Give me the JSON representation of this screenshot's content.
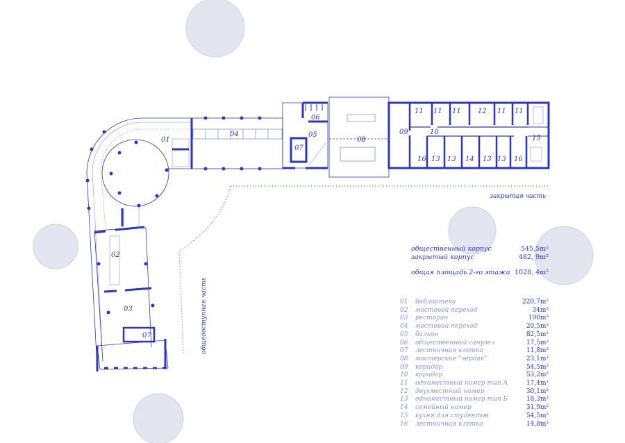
{
  "colors": {
    "accent": "#2b35c8",
    "light": "#8a90dc",
    "tree": "#dfe1ef"
  },
  "plan": {
    "rooms": {
      "r01": "01",
      "r02": "02",
      "r03": "03",
      "r04": "04",
      "r05": "05",
      "r06": "06",
      "r07a": "07",
      "r07b": "07",
      "r08": "08",
      "r09": "09",
      "r10": "10",
      "r11a": "11",
      "r11b": "11",
      "r11c": "11",
      "r11d": "11",
      "r11e": "11",
      "r12": "12",
      "r13a": "13",
      "r13b": "13",
      "r13c": "13",
      "r13d": "13",
      "r14": "14",
      "r15": "15",
      "r16a": "16",
      "r16b": "16"
    },
    "closed_part": "закрытая часть",
    "public_part": "общедоступная часть"
  },
  "summary": [
    {
      "label": "общественный корпус",
      "value": "545,5m²"
    },
    {
      "label": "закрытый корпус",
      "value": "482, 9m²"
    },
    {
      "label": "общая площадь 2-го этажа",
      "value": "1028, 4m²"
    }
  ],
  "legend": [
    {
      "num": "01",
      "name": "библиотека",
      "area": "220,7m²"
    },
    {
      "num": "02",
      "name": "мостовой переход",
      "area": "34m²"
    },
    {
      "num": "03",
      "name": "ресторан",
      "area": "190m²"
    },
    {
      "num": "04",
      "name": "мостовой переход",
      "area": "20,5m²"
    },
    {
      "num": "05",
      "name": "балкон",
      "area": "82,5m²"
    },
    {
      "num": "06",
      "name": "общественный санузел",
      "area": "17,5m²"
    },
    {
      "num": "07",
      "name": "лестничная клетка",
      "area": "11,8m²"
    },
    {
      "num": "08",
      "name": "мастерские \"чердак\"",
      "area": "23,1m²"
    },
    {
      "num": "09",
      "name": "коридор",
      "area": "54,5m²"
    },
    {
      "num": "10",
      "name": "коридор",
      "area": "53,2m²"
    },
    {
      "num": "11",
      "name": "одноместный номер тип А",
      "area": "17,4m²"
    },
    {
      "num": "12",
      "name": "двухместный номер",
      "area": "30,1m²"
    },
    {
      "num": "13",
      "name": "одноместный номер тип Б",
      "area": "18,3m²"
    },
    {
      "num": "14",
      "name": "семейный номер",
      "area": "31,9m²"
    },
    {
      "num": "15",
      "name": "кухня для студентов",
      "area": "54,5m²"
    },
    {
      "num": "16",
      "name": "лестничная клетка",
      "area": "14,8m²"
    }
  ]
}
